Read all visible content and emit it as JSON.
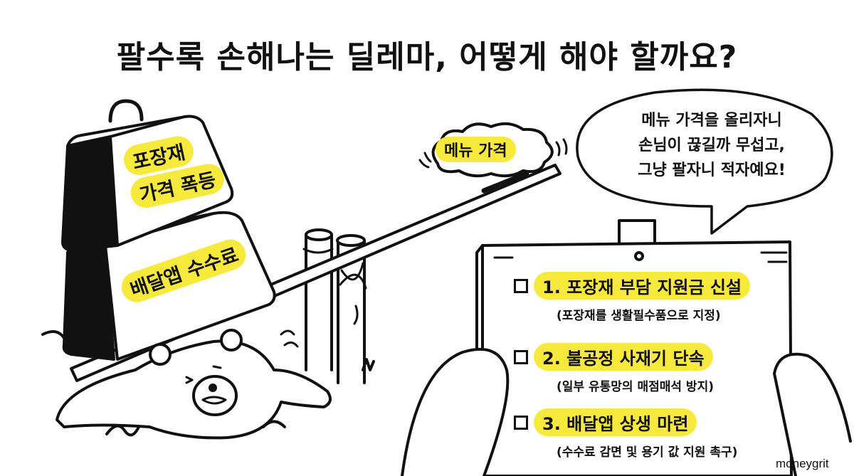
{
  "title": "팔수록 손해나는 딜레마, 어떻게 해야 할까요?",
  "colors": {
    "highlight": "#f7ea3c",
    "ink": "#111111",
    "background": "#ffffff"
  },
  "weights": {
    "top": {
      "line1": "포장재",
      "line2": "가격 폭등"
    },
    "bottom": {
      "label": "배달앱 수수료"
    }
  },
  "cloud": {
    "label": "메뉴 가격"
  },
  "speech_bubble": {
    "lines": [
      "메뉴 가격을 올리자니",
      "손님이 끊길까 무섭고,",
      "그냥 팔자니 적자예요!"
    ]
  },
  "sign": {
    "items": [
      {
        "title": "1. 포장재 부담 지원금 신설",
        "detail": "(포장재를 생활필수품으로 지정)"
      },
      {
        "title": "2. 불공정 사재기 단속",
        "detail": "(일부 유통망의 매점매석 방지)"
      },
      {
        "title": "3. 배달앱 상생 마련",
        "detail": "(수수료 감면 및 용기 값 지원 촉구)"
      }
    ]
  },
  "watermark": "moneygrit",
  "icons": [
    "weight-icon",
    "seesaw-icon",
    "bear-icon",
    "cloud-icon",
    "speech-bubble-icon",
    "wooden-sign-icon",
    "checkbox-icon"
  ]
}
